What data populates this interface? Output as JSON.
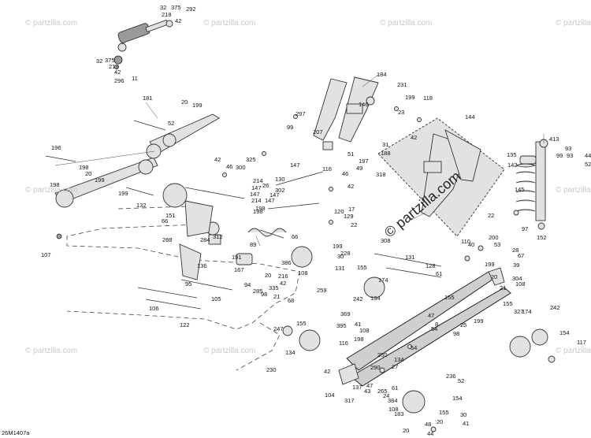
{
  "diagram": {
    "figure_code": "26M1407a",
    "watermark_text": "© partzilla.com",
    "callouts": [
      "32",
      "375",
      "218",
      "292",
      "42",
      "32",
      "375",
      "218",
      "42",
      "296",
      "11",
      "181",
      "20",
      "199",
      "52",
      "196",
      "198",
      "20",
      "199",
      "198",
      "199",
      "132",
      "66",
      "151",
      "288",
      "107",
      "42",
      "46",
      "325",
      "300",
      "214",
      "147",
      "26",
      "147",
      "130",
      "198",
      "147",
      "302",
      "214",
      "147",
      "198",
      "42",
      "46",
      "129",
      "120",
      "17",
      "22",
      "297",
      "99",
      "207",
      "184",
      "231",
      "146",
      "199",
      "118",
      "23",
      "42",
      "51",
      "31",
      "188",
      "147",
      "116",
      "197",
      "49",
      "318",
      "144",
      "135",
      "142",
      "145",
      "22",
      "413",
      "93",
      "99",
      "93",
      "44",
      "52",
      "97",
      "152",
      "312",
      "89",
      "66",
      "284",
      "167",
      "191",
      "108",
      "386",
      "94",
      "216",
      "42",
      "335",
      "199",
      "228",
      "285",
      "98",
      "21",
      "68",
      "259",
      "20",
      "136",
      "95",
      "105",
      "106",
      "122",
      "30",
      "131",
      "308",
      "131",
      "128",
      "155",
      "174",
      "242",
      "134",
      "110",
      "40",
      "200",
      "53",
      "28",
      "67",
      "39",
      "199",
      "20",
      "304",
      "108",
      "155",
      "327",
      "174",
      "242",
      "154",
      "117",
      "155",
      "247",
      "134",
      "230",
      "369",
      "395",
      "41",
      "108",
      "116",
      "198",
      "42",
      "54",
      "250",
      "134",
      "27",
      "61",
      "47",
      "290",
      "137",
      "104",
      "317",
      "43",
      "265",
      "24",
      "384",
      "108",
      "236",
      "154",
      "183",
      "20",
      "48",
      "44",
      "52",
      "30",
      "41",
      "20",
      "155",
      "54",
      "61",
      "155",
      "21",
      "25",
      "98",
      "199",
      "47",
      "8"
    ]
  }
}
